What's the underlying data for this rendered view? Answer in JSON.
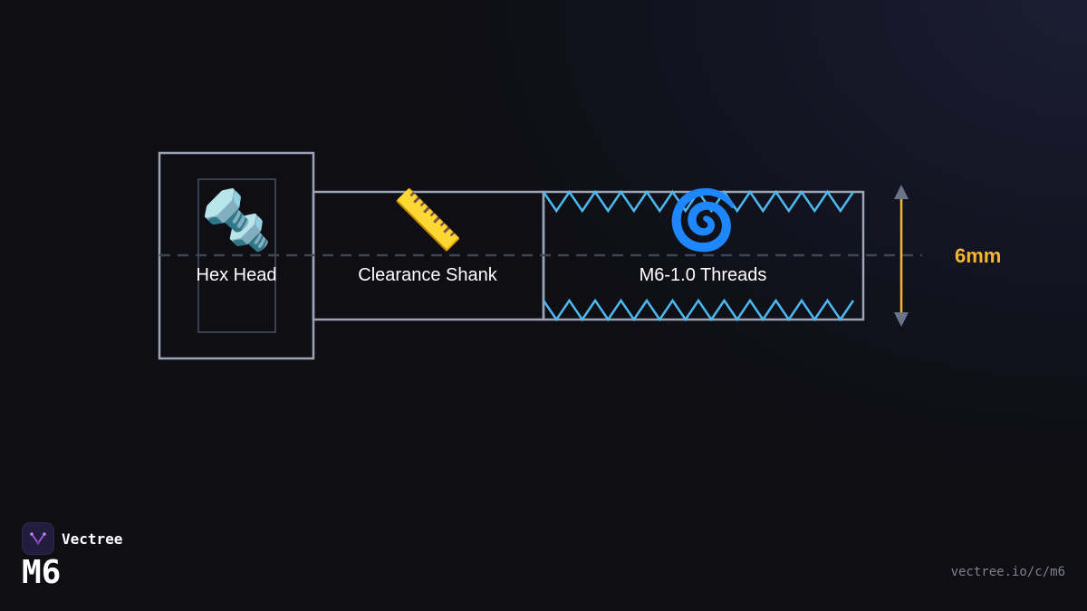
{
  "diagram": {
    "head": {
      "label": "Hex Head",
      "icon": "🔩",
      "icon_name": "nut-and-bolt-icon"
    },
    "shank": {
      "label": "Clearance Shank",
      "icon": "📏",
      "icon_name": "ruler-icon"
    },
    "threads": {
      "label": "M6-1.0 Threads",
      "icon": "🌀",
      "icon_name": "spiral-icon"
    },
    "dimension": {
      "label": "6mm"
    }
  },
  "branding": {
    "name": "Vectree",
    "title": "M6",
    "url": "vectree.io/c/m6"
  },
  "colors": {
    "outline": "#9aa4b5",
    "thread": "#4cb8f0",
    "centerline": "#3c4656",
    "dimension": "#f5b731",
    "arrowhead": "#6b7589"
  }
}
